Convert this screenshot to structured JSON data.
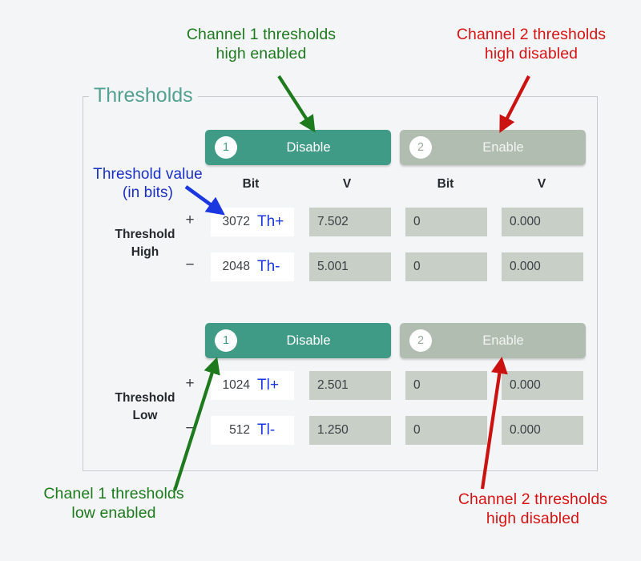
{
  "panel": {
    "legend": "Thresholds"
  },
  "annotations": [
    {
      "id": "ch1-high",
      "text": "Channel 1 thresholds\nhigh enabled",
      "color": "#1d7a1d"
    },
    {
      "id": "ch2-high",
      "text": "Channel 2 thresholds\nhigh disabled",
      "color": "#d61414"
    },
    {
      "id": "ch1-low",
      "text": "Chanel 1 thresholds\nlow enabled",
      "color": "#1d7a1d"
    },
    {
      "id": "ch2-low",
      "text": "Channel 2 thresholds\nhigh disabled",
      "color": "#d61414"
    },
    {
      "id": "threshold-value",
      "text": "Threshold value\n(in bits)",
      "color": "#1a2fc4"
    }
  ],
  "colors": {
    "enabled_button": "#3f9b85",
    "disabled_button": "#b2bdb2",
    "readonly_field": "#c8cfc7",
    "editable_field": "#ffffff",
    "legend_text": "#54a091",
    "tag_text": "#1a37e0",
    "annotation_green": "#1d7a1d",
    "annotation_red": "#d61414",
    "annotation_blue": "#1a2fc4",
    "page_background": "#f4f5f7"
  },
  "columns": {
    "ch1_bit": "Bit",
    "ch1_v": "V",
    "ch2_bit": "Bit",
    "ch2_v": "V"
  },
  "groups": {
    "high_label": "Threshold\nHigh",
    "low_label": "Threshold\nLow"
  },
  "signs": {
    "plus": "+",
    "minus": "−"
  },
  "buttons": {
    "high_ch1": {
      "number": "1",
      "label": "Disable",
      "state": "enabled"
    },
    "high_ch2": {
      "number": "2",
      "label": "Enable",
      "state": "disabled"
    },
    "low_ch1": {
      "number": "1",
      "label": "Disable",
      "state": "enabled"
    },
    "low_ch2": {
      "number": "2",
      "label": "Enable",
      "state": "disabled"
    }
  },
  "rows": {
    "high_plus": {
      "tag": "Th+",
      "ch1_bit": "3072",
      "ch1_v": "7.502",
      "ch2_bit": "0",
      "ch2_v": "0.000"
    },
    "high_minus": {
      "tag": "Th-",
      "ch1_bit": "2048",
      "ch1_v": "5.001",
      "ch2_bit": "0",
      "ch2_v": "0.000"
    },
    "low_plus": {
      "tag": "Tl+",
      "ch1_bit": "1024",
      "ch1_v": "2.501",
      "ch2_bit": "0",
      "ch2_v": "0.000"
    },
    "low_minus": {
      "tag": "Tl-",
      "ch1_bit": "512",
      "ch1_v": "1.250",
      "ch2_bit": "0",
      "ch2_v": "0.000"
    }
  }
}
